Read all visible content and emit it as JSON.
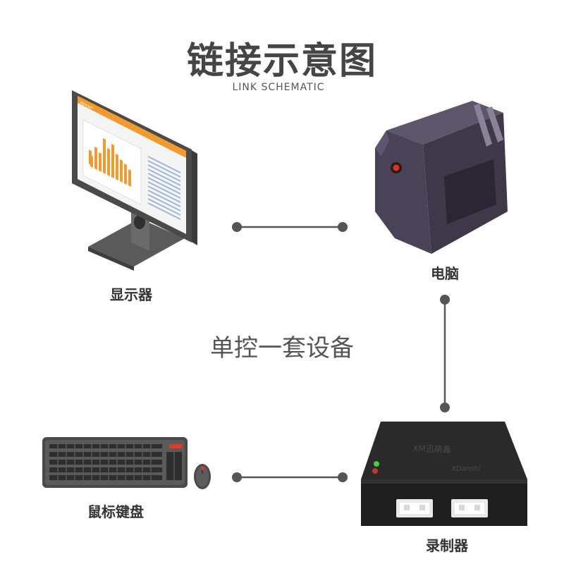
{
  "diagram": {
    "title": "链接示意图",
    "subtitle": "LINK SCHEMATIC",
    "center_text": "单控一套设备",
    "nodes": {
      "monitor": {
        "label": "显示器",
        "screen_tag": "REPORT"
      },
      "computer": {
        "label": "电脑"
      },
      "keyboard_mouse": {
        "label": "鼠标键盘"
      },
      "recorder": {
        "label": "录制器",
        "brand_top": "XM迅萌鑫",
        "brand_front": "XDanshi"
      }
    },
    "colors": {
      "accent_orange": "#f29a2e",
      "line_gray": "#555555",
      "case_purple": "#4a4358"
    }
  }
}
